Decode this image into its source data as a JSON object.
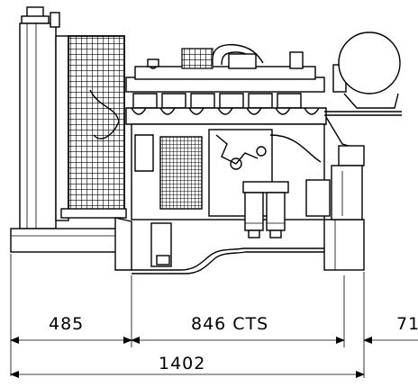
{
  "dimensions": {
    "left_segment": "485",
    "middle_segment": "846 CTS",
    "right_segment": "71",
    "overall": "1402"
  },
  "colors": {
    "line": "#000000",
    "background": "#ffffff"
  }
}
